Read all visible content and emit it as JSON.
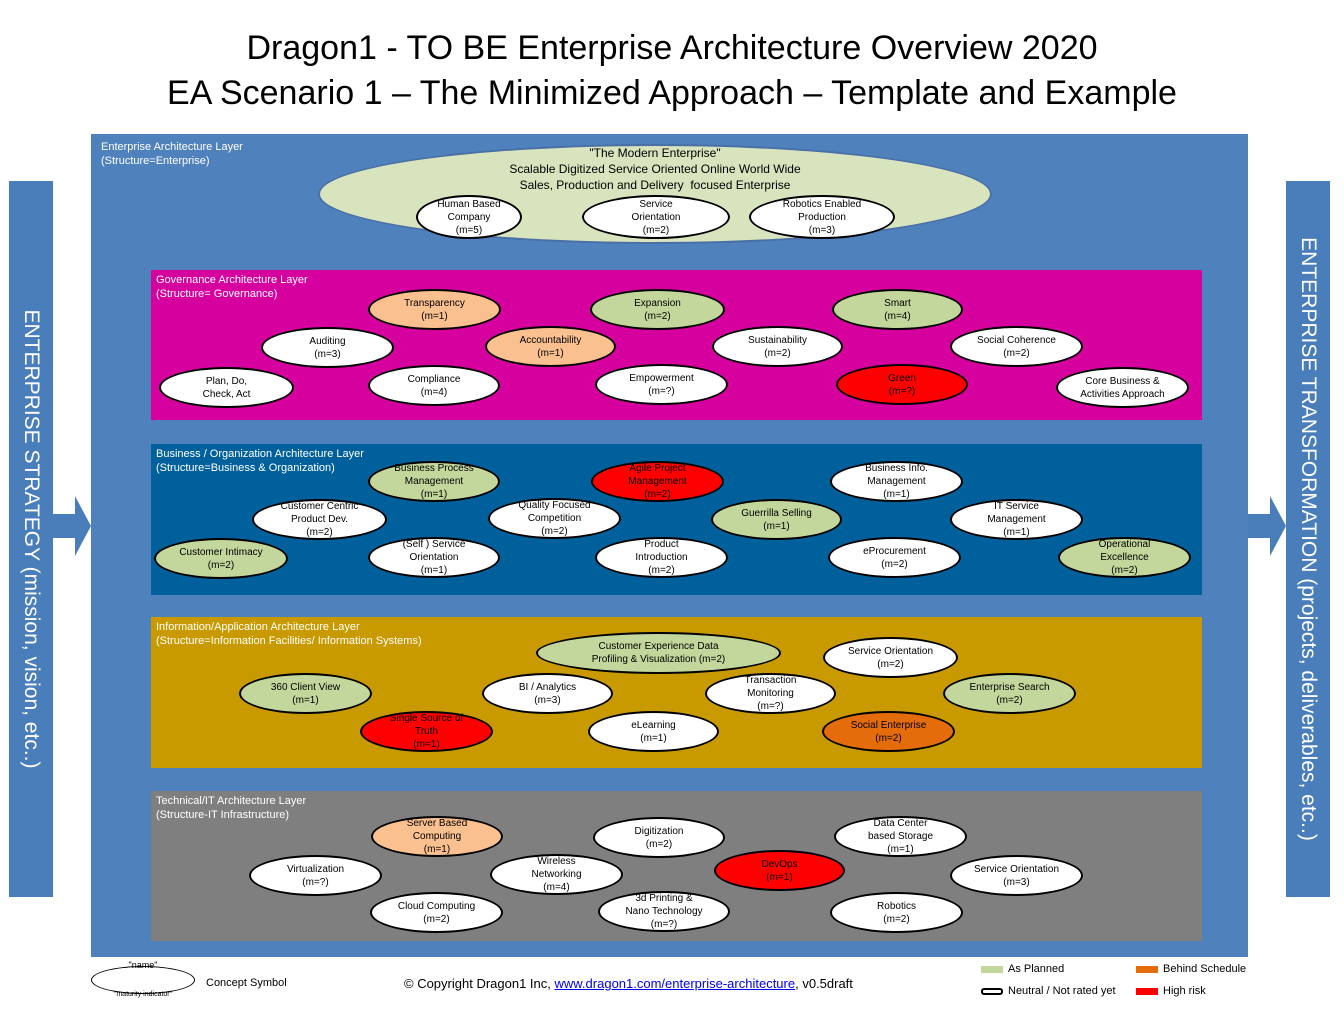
{
  "title": {
    "line1": "Dragon1 - TO BE Enterprise Architecture Overview 2020",
    "line2": "EA Scenario 1 – The Minimized Approach – Template and Example"
  },
  "left_bar": "ENTERPRISE STRATEGY (mission, vision, etc..)",
  "right_bar": "ENTERPRISE TRANSFORMATION (projects, deliverables, etc..)",
  "enterprise_layer": {
    "label": "Enterprise Architecture Layer\n(Structure=Enterprise)",
    "vision": "\"The Modern Enterprise\"\nScalable Digitized Service Oriented Online World Wide\nSales, Production and Delivery  focused Enterprise",
    "concepts": [
      {
        "text": "Human Based\nCompany\n(m=5)",
        "status": "neutral"
      },
      {
        "text": "Service\nOrientation\n(m=2)",
        "status": "neutral"
      },
      {
        "text": "Robotics Enabled\nProduction\n(m=3)",
        "status": "neutral"
      }
    ]
  },
  "layers": [
    {
      "label": "Governance Architecture Layer\n(Structure= Governance)",
      "color": "#d6009e",
      "concepts": [
        {
          "text": "Transparency\n(m=1)",
          "status": "peach"
        },
        {
          "text": "Expansion\n(m=2)",
          "status": "planned"
        },
        {
          "text": "Smart\n(m=4)",
          "status": "planned"
        },
        {
          "text": "Auditing\n(m=3)",
          "status": "neutral"
        },
        {
          "text": "Accountability\n(m=1)",
          "status": "peach"
        },
        {
          "text": "Sustainability\n(m=2)",
          "status": "neutral"
        },
        {
          "text": "Social Coherence\n(m=2)",
          "status": "neutral"
        },
        {
          "text": "Plan, Do,\nCheck, Act",
          "status": "neutral"
        },
        {
          "text": "Compliance\n(m=4)",
          "status": "neutral"
        },
        {
          "text": "Empowerment\n(m=?)",
          "status": "neutral"
        },
        {
          "text": "Green\n(m=?)",
          "status": "risk"
        },
        {
          "text": "Core Business &\nActivities Approach",
          "status": "neutral"
        }
      ]
    },
    {
      "label": "Business / Organization Architecture Layer\n(Structure=Business & Organization)",
      "color": "#00609c",
      "concepts": [
        {
          "text": "Business Process\nManagement\n(m=1)",
          "status": "planned"
        },
        {
          "text": "Agile Project\nManagement\n(m=2)",
          "status": "risk"
        },
        {
          "text": "Business Info.\nManagement\n(m=1)",
          "status": "neutral"
        },
        {
          "text": "Customer Centric\nProduct Dev.\n(m=2)",
          "status": "neutral"
        },
        {
          "text": "Quality Focused\nCompetition\n(m=2)",
          "status": "neutral"
        },
        {
          "text": "Guerrilla Selling\n(m=1)",
          "status": "planned"
        },
        {
          "text": "IT Service\nManagement\n(m=1)",
          "status": "neutral"
        },
        {
          "text": "Customer Intimacy\n(m=2)",
          "status": "planned"
        },
        {
          "text": "(Self ) Service\nOrientation\n(m=1)",
          "status": "neutral"
        },
        {
          "text": "Product\nIntroduction\n(m=2)",
          "status": "neutral"
        },
        {
          "text": "eProcurement\n(m=2)",
          "status": "neutral"
        },
        {
          "text": "Operational\nExcellence\n(m=2)",
          "status": "planned"
        }
      ]
    },
    {
      "label": "Information/Application Architecture Layer\n(Structure=Information Facilities/ Information Systems)",
      "color": "#c89a00",
      "concepts": [
        {
          "text": "Customer Experience Data\nProfiling & Visualization (m=2)",
          "status": "planned"
        },
        {
          "text": "Service Orientation\n(m=2)",
          "status": "neutral"
        },
        {
          "text": "360 Client View\n(m=1)",
          "status": "planned"
        },
        {
          "text": "BI / Analytics\n(m=3)",
          "status": "neutral"
        },
        {
          "text": "Transaction\nMonitoring\n(m=?)",
          "status": "neutral"
        },
        {
          "text": "Enterprise Search\n(m=2)",
          "status": "planned"
        },
        {
          "text": "Single Source of\nTruth\n(m=1)",
          "status": "risk"
        },
        {
          "text": "eLearning\n(m=1)",
          "status": "neutral"
        },
        {
          "text": "Social Enterprise\n(m=2)",
          "status": "behind"
        }
      ]
    },
    {
      "label": "Technical/IT Architecture Layer\n(Structure-IT Infrastructure)",
      "color": "#7f7f7f",
      "concepts": [
        {
          "text": "Server Based\nComputing\n(m=1)",
          "status": "peach"
        },
        {
          "text": "Digitization\n(m=2)",
          "status": "neutral"
        },
        {
          "text": "Data Center\nbased Storage\n(m=1)",
          "status": "neutral"
        },
        {
          "text": "Virtualization\n(m=?)",
          "status": "neutral"
        },
        {
          "text": "Wireless\nNetworking\n(m=4)",
          "status": "neutral"
        },
        {
          "text": "DevOps\n(m=1)",
          "status": "risk"
        },
        {
          "text": "Service Orientation\n(m=3)",
          "status": "neutral"
        },
        {
          "text": "Cloud Computing\n(m=2)",
          "status": "neutral"
        },
        {
          "text": "3d Printing &\nNano Technology\n(m=?)",
          "status": "neutral"
        },
        {
          "text": "Robotics\n(m=2)",
          "status": "neutral"
        }
      ]
    }
  ],
  "footer": {
    "symbol_name": "\"name\"",
    "symbol_maturity": "\"maturity indicator\"",
    "symbol_label": "Concept Symbol",
    "copyright_prefix": "© Copyright Dragon1 Inc, ",
    "copyright_link": "www.dragon1.com/enterprise-architecture",
    "copyright_suffix": ", v0.5draft"
  },
  "legend": [
    {
      "label": "As Planned",
      "color": "#c3d69b"
    },
    {
      "label": "Behind Schedule",
      "color": "#e46c0a"
    },
    {
      "label": "Neutral / Not rated yet",
      "color": "#ffffff"
    },
    {
      "label": "High risk",
      "color": "#ff0000"
    }
  ]
}
